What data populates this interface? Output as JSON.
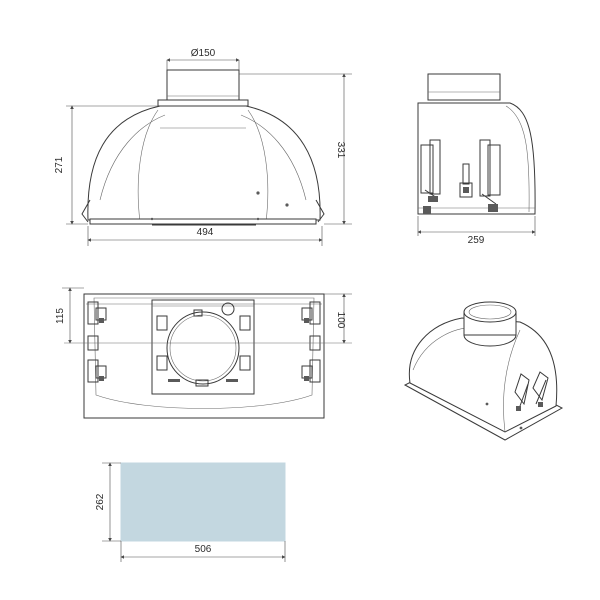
{
  "diagram": {
    "front_view": {
      "duct_diameter_label": "Ø150",
      "width_label": "494",
      "body_height_label": "271",
      "total_height_label": "331"
    },
    "side_view": {
      "depth_label": "259"
    },
    "top_view": {
      "left_depth_label": "115",
      "right_depth_label": "100"
    },
    "cutout_view": {
      "height_label": "262",
      "width_label": "506",
      "fill_color": "#c3d7e0"
    },
    "line_color": "#3a3a3a"
  }
}
